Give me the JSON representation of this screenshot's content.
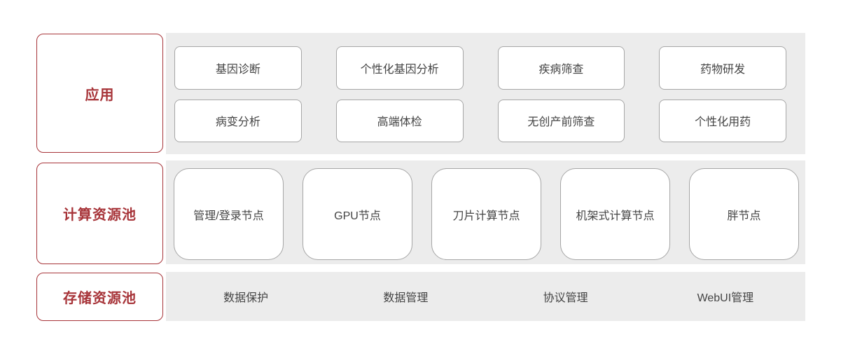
{
  "colors": {
    "accent_red": "#a73439",
    "panel_background": "#ececec",
    "box_border": "#a6a6a6",
    "box_text": "#444444",
    "page_background": "#ffffff"
  },
  "sections": {
    "application": {
      "label": "应用",
      "items": [
        "基因诊断",
        "个性化基因分析",
        "疾病筛查",
        "药物研发",
        "病变分析",
        "高端体检",
        "无创产前筛查",
        "个性化用药"
      ]
    },
    "compute": {
      "label": "计算资源池",
      "items": [
        "管理/登录节点",
        "GPU节点",
        "刀片计算节点",
        "机架式计算节点",
        "胖节点"
      ]
    },
    "storage": {
      "label": "存储资源池",
      "items": [
        "数据保护",
        "数据管理",
        "协议管理",
        "WebUI管理"
      ]
    }
  }
}
